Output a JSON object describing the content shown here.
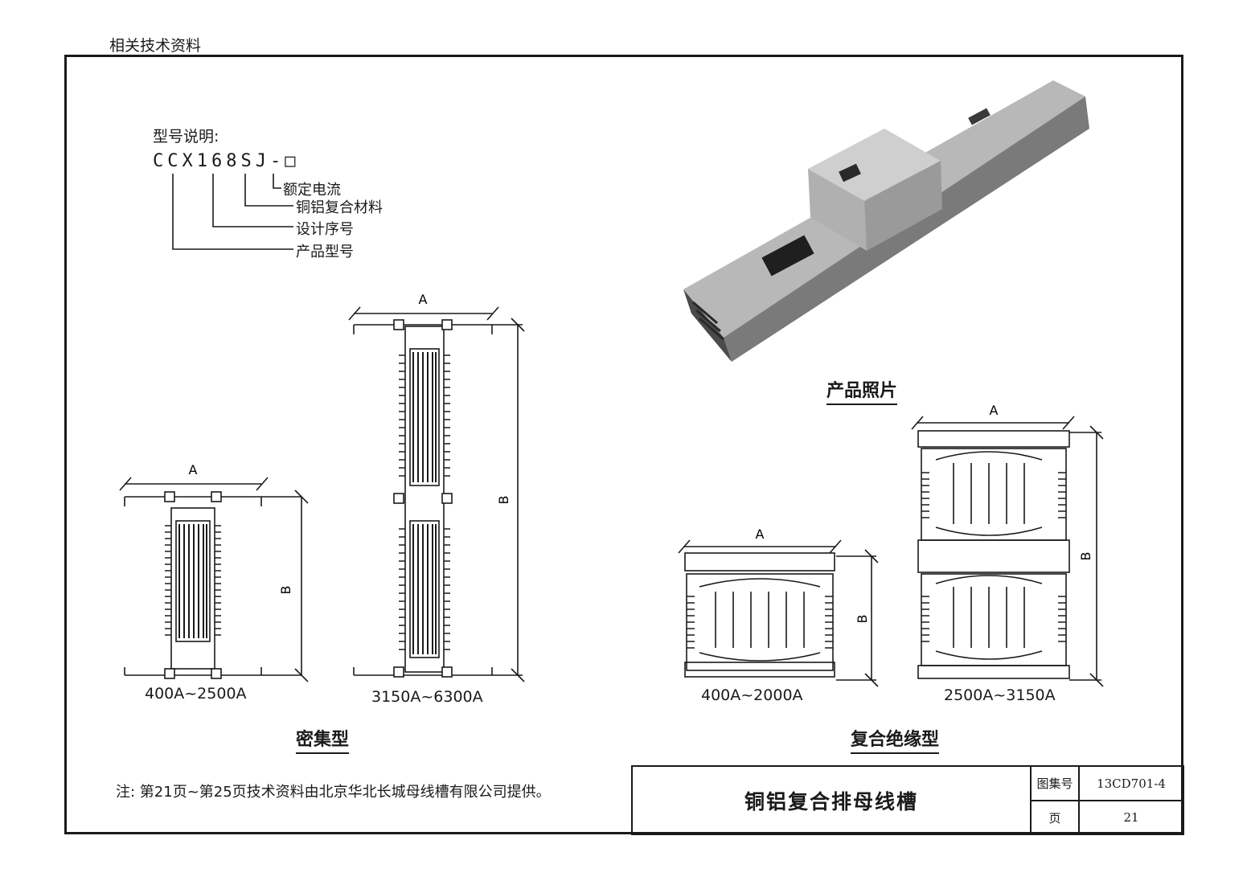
{
  "header": {
    "label": "相关技术资料"
  },
  "model": {
    "title": "型号说明:",
    "code": "CCX168SJ-□",
    "legend": [
      "额定电流",
      "铜铝复合材料",
      "设计序号",
      "产品型号"
    ]
  },
  "dense": {
    "small_caption": "400A~2500A",
    "large_caption": "3150A~6300A",
    "title": "密集型",
    "dim_a": "A",
    "dim_b": "B"
  },
  "photo": {
    "caption": "产品照片"
  },
  "composite": {
    "small_caption": "400A~2000A",
    "large_caption": "2500A~3150A",
    "title": "复合绝缘型",
    "dim_a": "A",
    "dim_b": "B"
  },
  "note": "注: 第21页~第25页技术资料由北京华北长城母线槽有限公司提供。",
  "title_block": {
    "title": "铜铝复合排母线槽",
    "atlas_label": "图集号",
    "atlas_value": "13CD701-4",
    "page_label": "页",
    "page_value": "21"
  }
}
